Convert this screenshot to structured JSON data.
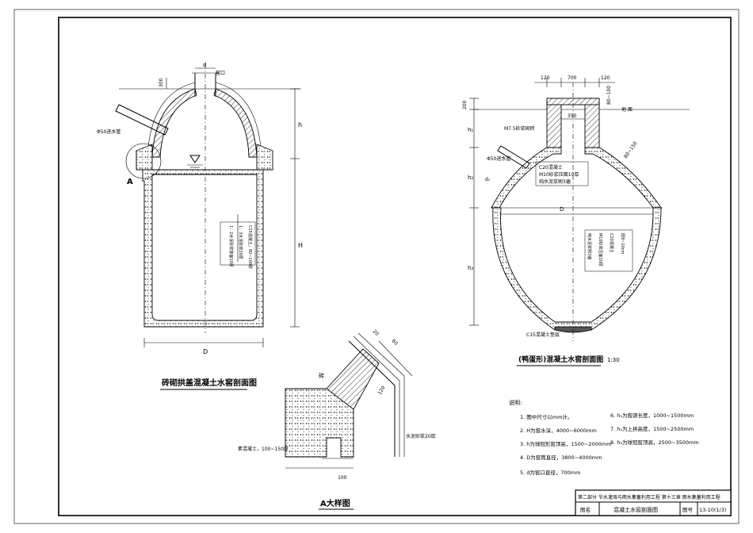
{
  "left_section": {
    "title": "砖砌拱盖混凝土水窖剖面图",
    "dim_d": "d",
    "window_label": "窖口",
    "dim_300": "300",
    "dim_h": "h",
    "dim_H": "H",
    "dim_D": "D",
    "inlet_pipe": "Φ50进水管",
    "detail_marker": "A",
    "layers": [
      "1：2水泥砂浆抹面10厚",
      "1：3水泥砂浆20厚",
      "C15混凝土，80~100厚"
    ]
  },
  "detail_a": {
    "title": "A大样图",
    "brick_label": "砖",
    "plain_concrete": "素混凝土，100~150厚",
    "mortar": "水泥砂浆20厚",
    "dim_20": "20",
    "dim_60": "60",
    "dim_120": "120",
    "dim_100": "100"
  },
  "right_section": {
    "title": "(鸭蛋形)混凝土水窖剖面图",
    "scale": "1:30",
    "dim_120a": "120",
    "dim_700": "700",
    "dim_120b": "120",
    "dim_200": "200",
    "dim_350": "350",
    "dim_80_100": "80~100",
    "ground": "地  面",
    "dim_h1": "h₁",
    "dim_h2": "h₂",
    "dim_h3": "h₃",
    "dim_D": "D",
    "dim_80_150": "80~150",
    "m75": "M7.5砂浆砌砖",
    "inlet_pipe": "Φ50进水管",
    "dim_d1": "d₁",
    "cap_layers": [
      "C20混凝土",
      "M10砂浆压面10厚",
      "纯水泥浆刷3遍"
    ],
    "wall_layers": [
      "纯水泥浆刷3遍",
      "M10砂浆压面10厚",
      "C20混凝土",
      "厚8~10cm"
    ],
    "bottom_pad": "C15混凝土垫层"
  },
  "notes": {
    "heading": "说明:",
    "items": [
      "1. 图中尺寸以mm计。",
      "2. H为窖水深，4000~6000mm",
      "3. h为球冠形窖顶高，1500~2000mm",
      "4. D为窖筒直径，3800~4000mm",
      "5. d为窖口直径，700mm",
      "6. h₁为窖颈长度，1000~1500mm",
      "7. h₂为上拱高度，1500~2500mm",
      "8. h₃为球冠窖顶高，2500~3500mm"
    ]
  },
  "title_block": {
    "header": "第二部分  节水灌溉与雨水集蓄利用工程    第十三章  雨水集蓄利用工程",
    "name_label": "图名",
    "drawing_name": "混凝土水窖剖面图",
    "number_label": "图号",
    "drawing_number": "13-10(1/3)"
  }
}
